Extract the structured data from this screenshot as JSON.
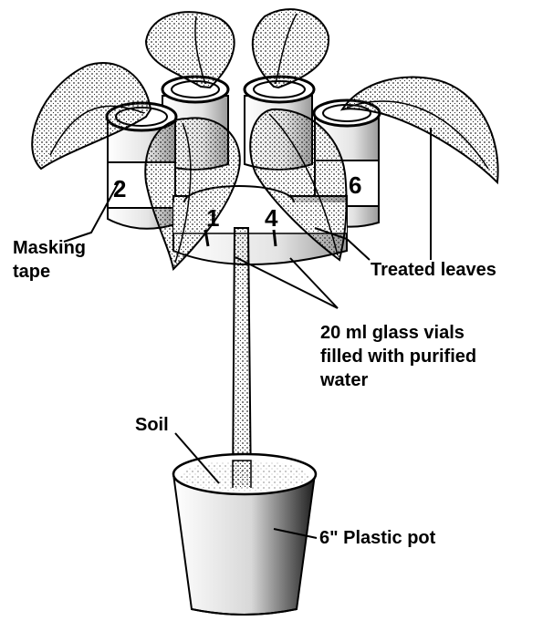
{
  "labels": {
    "masking_tape": [
      "Masking",
      "tape"
    ],
    "treated_leaves": "Treated leaves",
    "vials": [
      "20 ml glass vials",
      "filled with purified",
      "water"
    ],
    "soil": "Soil",
    "pot": "6\" Plastic pot"
  },
  "vial_numbers": [
    "2",
    "1",
    "4",
    "6"
  ],
  "colors": {
    "ink": "#000000",
    "background": "#ffffff",
    "stipple": "#2a2a2a"
  }
}
